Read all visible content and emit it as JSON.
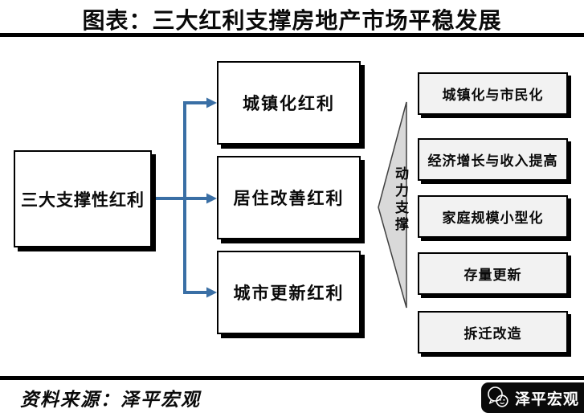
{
  "title": "图表：三大红利支撑房地产市场平稳发展",
  "root_node": {
    "label": "三大支撑性红利"
  },
  "mid_nodes": [
    {
      "label": "城镇化红利"
    },
    {
      "label": "居住改善红利"
    },
    {
      "label": "城市更新红利"
    }
  ],
  "chevron": {
    "label": "动力支撑"
  },
  "right_nodes": [
    {
      "label": "城镇化与市民化"
    },
    {
      "label": "经济增长与收入提高"
    },
    {
      "label": "家庭规模小型化"
    },
    {
      "label": "存量更新"
    },
    {
      "label": "拆迁改造"
    }
  ],
  "footer": {
    "source": "资料来源：泽平宏观",
    "brand": "泽平宏观"
  },
  "icons": {
    "logo_icon": "chat-bubbles-icon"
  },
  "colors": {
    "connector_blue": "#3a6fa5",
    "chevron_fill": "#d9d9d9",
    "chevron_stroke": "#404040",
    "right_box_fill": "#f2f2f2",
    "box_border": "#000000",
    "shadow": "#000000",
    "rule": "#000000",
    "logo_bg": "#0a0a0a",
    "logo_text": "#ffffff"
  }
}
